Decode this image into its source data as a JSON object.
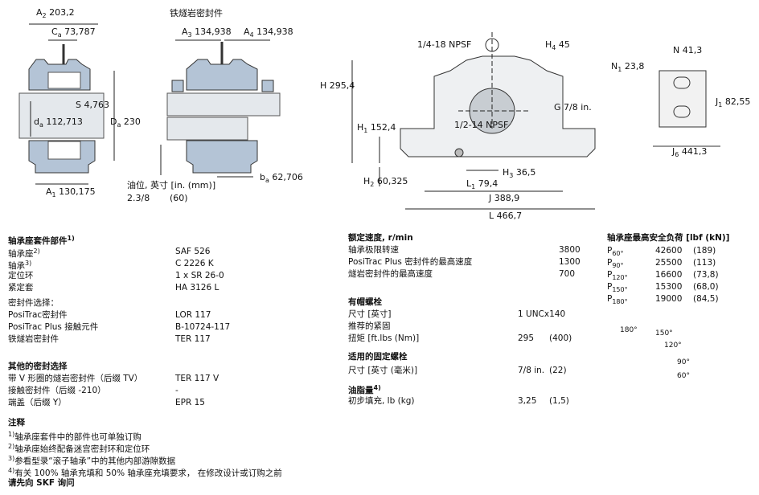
{
  "drawing": {
    "seal_title": "铁燧岩密封件",
    "A2": "203,2",
    "Ca": "73,787",
    "S": "4,763",
    "da": "112,713",
    "Da": "230",
    "A1": "130,175",
    "A3": "134,938",
    "A4": "134,938",
    "ba": "62,706",
    "oil_label": "油位, 英寸 [in. (mm)]",
    "oil_in": "2.3/8",
    "oil_mm": "(60)",
    "npsf1": "1/4-18 NPSF",
    "H4": "45",
    "H": "295,4",
    "H1": "152,4",
    "npsf2": "1/2-14 NPSF",
    "G": "7/8 in.",
    "H2": "60,325",
    "L1": "79,4",
    "H3": "36,5",
    "J": "388,9",
    "L": "466,7",
    "N1": "23,8",
    "N": "41,3",
    "J1": "82,55",
    "J6": "441,3"
  },
  "kit": {
    "title": "轴承座套件部件",
    "title_sup": "1)",
    "rows": [
      {
        "label": "轴承座",
        "sup": "2)",
        "value": "SAF 526"
      },
      {
        "label": "轴承",
        "sup": "3)",
        "value": "C 2226 K"
      },
      {
        "label": "定位环",
        "sup": "",
        "value": "1 x SR 26-0"
      },
      {
        "label": "紧定套",
        "sup": "",
        "value": "HA 3126 L"
      }
    ],
    "seal_title": "密封件选择：",
    "seals": [
      {
        "label": "PosiTrac密封件",
        "value": "LOR 117"
      },
      {
        "label": "PosiTrac Plus 接触元件",
        "value": "B-10724-117"
      },
      {
        "label": "铁燧岩密封件",
        "value": "TER 117"
      }
    ]
  },
  "other_seals": {
    "title": "其他的密封选择",
    "rows": [
      {
        "label": "带 V 形圈的燧岩密封件（后缀 TV）",
        "value": "TER 117 V"
      },
      {
        "label": "接触密封件（后缀 -210）",
        "value": "-"
      },
      {
        "label": "端盖（后缀 Y）",
        "value": "EPR 15"
      }
    ]
  },
  "notes": {
    "title": "注释",
    "items": [
      {
        "sup": "1)",
        "text": "轴承座套件中的部件也可单独订购"
      },
      {
        "sup": "2)",
        "text": "轴承座始终配备迷宫密封环和定位环"
      },
      {
        "sup": "3)",
        "text": "参看型录“滚子轴承”中的其他内部游隙数据"
      },
      {
        "sup": "4)",
        "text": "有关 100% 轴承充填和 50% 轴承座充填要求， 在修改设计或订购之前"
      }
    ],
    "footer": "请先向 SKF 询问"
  },
  "speed": {
    "title": "额定速度, r/min",
    "rows": [
      {
        "label": "轴承极限转速",
        "value": "3800"
      },
      {
        "label": "PosiTrac Plus 密封件的最高速度",
        "value": "1300"
      },
      {
        "label": "燧岩密封件的最高速度",
        "value": "700"
      }
    ]
  },
  "cap_bolts": {
    "title": "有帽螺栓",
    "size_label": "尺寸 [英寸]",
    "size_value": "1 UNCx140",
    "torque_label1": "推荐的紧固",
    "torque_label2": "扭矩 [ft.lbs (Nm)]",
    "torque_value": "295",
    "torque_nm": "(400)"
  },
  "attach_bolts": {
    "title": "适用的固定螺栓",
    "size_label": "尺寸 [英寸 (毫米)]",
    "value": "7/8 in.",
    "mm": "(22)"
  },
  "grease": {
    "title": "油脂量",
    "title_sup": "4)",
    "label": "初步填充, lb (kg)",
    "value": "3,25",
    "kg": "(1,5)"
  },
  "loads": {
    "title": "轴承座最高安全负荷 [lbf (kN)]",
    "rows": [
      {
        "p": "P",
        "sub": "60°",
        "lbf": "42600",
        "kn": "(189)"
      },
      {
        "p": "P",
        "sub": "90°",
        "lbf": "25500",
        "kn": "(113)"
      },
      {
        "p": "P",
        "sub": "120°",
        "lbf": "16600",
        "kn": "(73,8)"
      },
      {
        "p": "P",
        "sub": "150°",
        "lbf": "15300",
        "kn": "(68,0)"
      },
      {
        "p": "P",
        "sub": "180°",
        "lbf": "19000",
        "kn": "(84,5)"
      }
    ],
    "angles": [
      "180°",
      "150°",
      "120°",
      "90°",
      "60°"
    ]
  }
}
